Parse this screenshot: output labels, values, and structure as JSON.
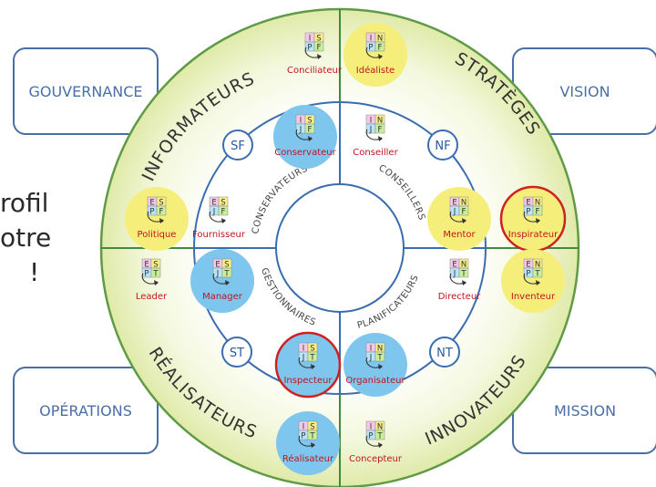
{
  "corner_boxes": {
    "governance": "GOUVERNANCE",
    "vision": "VISION",
    "operations": "OPÉRATIONS",
    "mission": "MISSION"
  },
  "left_text": {
    "line1": "rofil",
    "line2": "otre",
    "line3": "!"
  },
  "quadrants": {
    "informateurs": "INFORMATEURS",
    "strateges": "STRATÈGES",
    "realisateurs": "RÉALISATEURS",
    "innovateurs": "INNOVATEURS"
  },
  "inner_labels": {
    "conservateurs": "CONSERVATEURS",
    "conseillers": "CONSEILLERS",
    "gestionnaires": "GESTIONNAIRES",
    "planificateurs": "PLANIFICATEURS"
  },
  "temperaments": {
    "sf": "SF",
    "nf": "NF",
    "st": "ST",
    "nt": "NT"
  },
  "profiles": [
    {
      "name": "Conciliateur",
      "letters": [
        "I",
        "S",
        "P",
        "F"
      ]
    },
    {
      "name": "Idéaliste",
      "letters": [
        "I",
        "N",
        "P",
        "F"
      ]
    },
    {
      "name": "Conservateur",
      "letters": [
        "I",
        "S",
        "J",
        "F"
      ]
    },
    {
      "name": "Conseiller",
      "letters": [
        "I",
        "N",
        "J",
        "F"
      ]
    },
    {
      "name": "Politique",
      "letters": [
        "E",
        "S",
        "P",
        "F"
      ]
    },
    {
      "name": "Fournisseur",
      "letters": [
        "E",
        "S",
        "J",
        "F"
      ]
    },
    {
      "name": "Mentor",
      "letters": [
        "E",
        "N",
        "J",
        "F"
      ]
    },
    {
      "name": "Inspirateur",
      "letters": [
        "E",
        "N",
        "P",
        "F"
      ]
    },
    {
      "name": "Leader",
      "letters": [
        "E",
        "S",
        "P",
        "T"
      ]
    },
    {
      "name": "Manager",
      "letters": [
        "E",
        "S",
        "J",
        "T"
      ]
    },
    {
      "name": "Directeur",
      "letters": [
        "E",
        "N",
        "J",
        "T"
      ]
    },
    {
      "name": "Inventeur",
      "letters": [
        "E",
        "N",
        "P",
        "T"
      ]
    },
    {
      "name": "Inspecteur",
      "letters": [
        "I",
        "S",
        "J",
        "T"
      ]
    },
    {
      "name": "Organisateur",
      "letters": [
        "I",
        "N",
        "J",
        "T"
      ]
    },
    {
      "name": "Réalisateur",
      "letters": [
        "I",
        "S",
        "P",
        "T"
      ]
    },
    {
      "name": "Concepteur",
      "letters": [
        "I",
        "N",
        "P",
        "T"
      ]
    }
  ],
  "colors": {
    "ring_line": "#3a6db0",
    "outer_fill": "#eef4cf",
    "blue_highlight": "#7ec6ee",
    "yellow_highlight": "#f6ee7a",
    "red_outline": "#cc2222",
    "name_red": "#c0141e",
    "divider_green": "#3f8a3f"
  }
}
